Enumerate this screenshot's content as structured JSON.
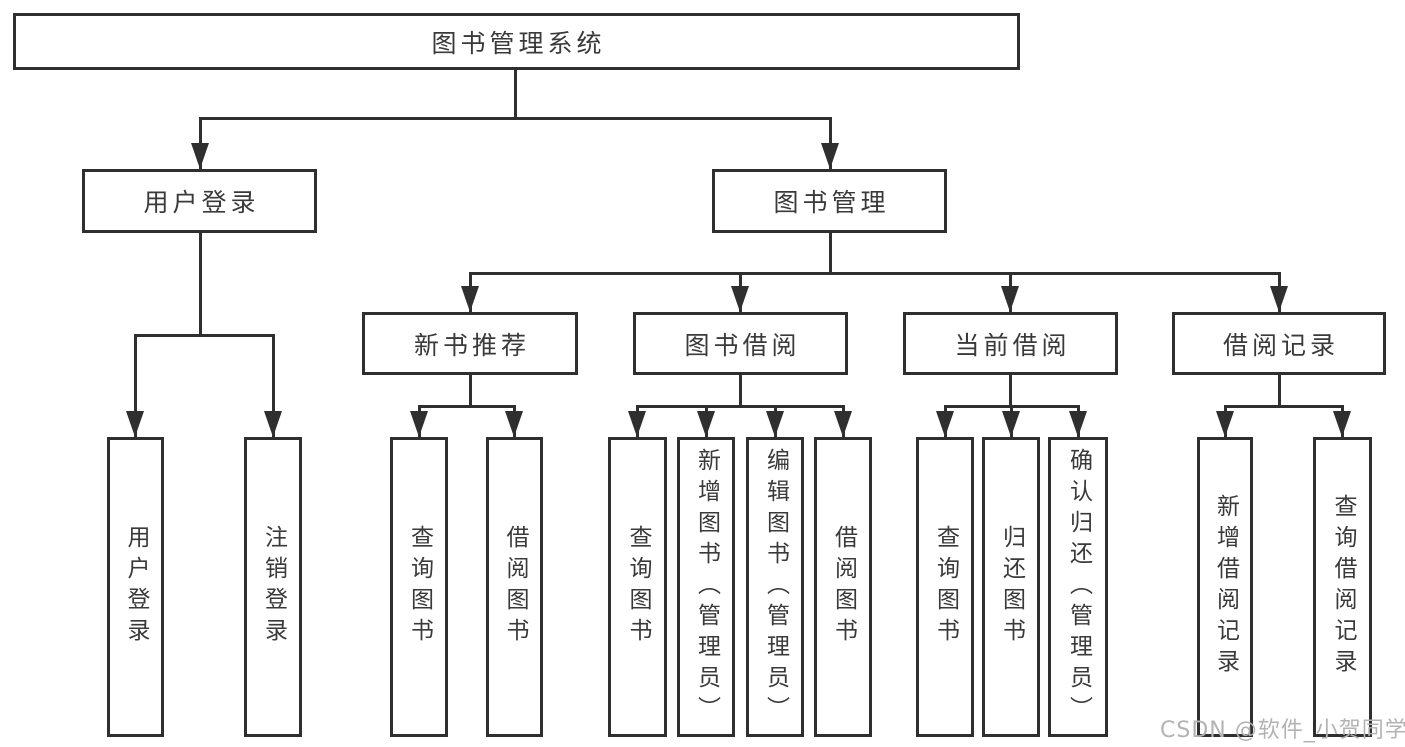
{
  "nodes": {
    "root": {
      "label": "图书管理系统"
    },
    "user_login": {
      "label": "用户登录",
      "children": {
        "login": {
          "label": "用户登录"
        },
        "logout": {
          "label": "注销登录"
        }
      }
    },
    "book_management": {
      "label": "图书管理",
      "children": {
        "new_book_recommend": {
          "label": "新书推荐",
          "children": {
            "query_books": {
              "label": "查询图书"
            },
            "borrow_books": {
              "label": "借阅图书"
            }
          }
        },
        "book_borrowing": {
          "label": "图书借阅",
          "children": {
            "query_books": {
              "label": "查询图书"
            },
            "add_books_admin": {
              "label": "新增图书（管理员）"
            },
            "edit_books_admin": {
              "label": "编辑图书（管理员）"
            },
            "borrow_books": {
              "label": "借阅图书"
            }
          }
        },
        "current_borrowing": {
          "label": "当前借阅",
          "children": {
            "query_books": {
              "label": "查询图书"
            },
            "return_books": {
              "label": "归还图书"
            },
            "confirm_return_admin": {
              "label": "确认归还（管理员）"
            }
          }
        },
        "borrowing_records": {
          "label": "借阅记录",
          "children": {
            "add_borrow_record": {
              "label": "新增借阅记录"
            },
            "query_borrow_record": {
              "label": "查询借阅记录"
            }
          }
        }
      }
    }
  },
  "watermark": {
    "text": "CSDN @软件_小贺同学"
  },
  "colors": {
    "line": "#2f2f2f",
    "text": "#3a3a3a",
    "bg": "#ffffff",
    "watermark": "#b3b3b3"
  }
}
